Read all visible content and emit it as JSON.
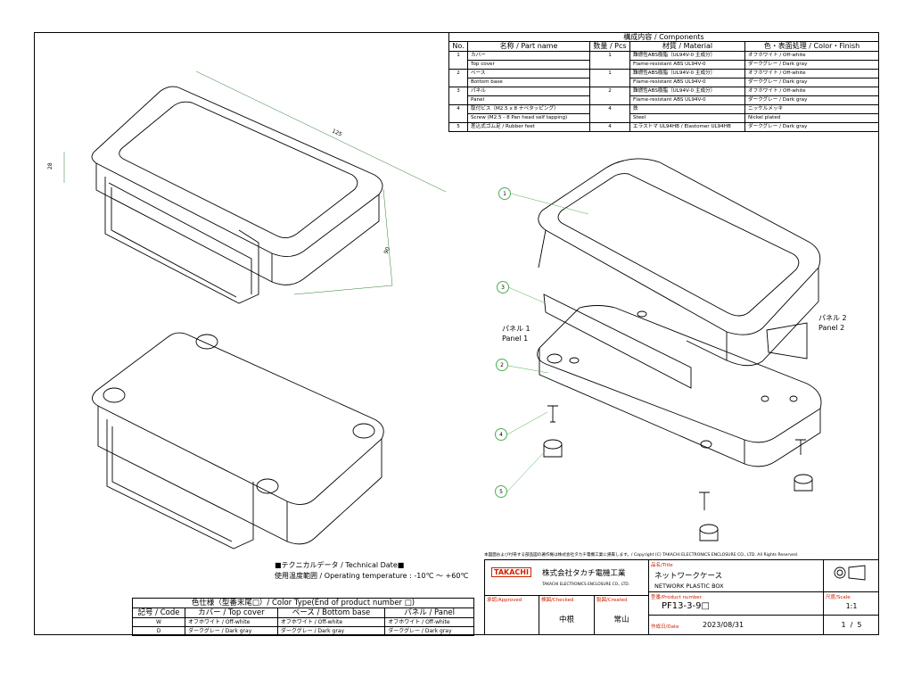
{
  "components": {
    "title": "構成内容 / Components",
    "headers": [
      "No.",
      "名称 / Part name",
      "数量 / Pcs",
      "材質 / Material",
      "色・表面処理 / Color・Finish"
    ],
    "rows": [
      {
        "no": "1",
        "name_ja": "カバー",
        "name_en": "Top cover",
        "qty": "1",
        "mat_ja": "難燃性ABS樹脂（UL94V-0 主成分）",
        "mat_en": "Flame-resistant ABS UL94V-0",
        "fin_ja": "オフホワイト / Off-white",
        "fin_en": "ダークグレー / Dark gray"
      },
      {
        "no": "2",
        "name_ja": "ベース",
        "name_en": "Bottom base",
        "qty": "1",
        "mat_ja": "難燃性ABS樹脂（UL94V-0 主成分）",
        "mat_en": "Flame-resistant ABS UL94V-0",
        "fin_ja": "オフホワイト / Off-white",
        "fin_en": "ダークグレー / Dark gray"
      },
      {
        "no": "3",
        "name_ja": "パネル",
        "name_en": "Panel",
        "qty": "2",
        "mat_ja": "難燃性ABS樹脂（UL94V-0 主成分）",
        "mat_en": "Flame-resistant ABS UL94V-0",
        "fin_ja": "オフホワイト / Off-white",
        "fin_en": "ダークグレー / Dark gray"
      },
      {
        "no": "4",
        "name_ja": "取付ビス（M2.5 x 8 ナベタッピング）",
        "name_en": "Screw (M2.5 - 8 Pan head self tapping)",
        "qty": "4",
        "mat_ja": "鉄",
        "mat_en": "Steel",
        "fin_ja": "ニッケルメッキ",
        "fin_en": "Nickel plated"
      },
      {
        "no": "5",
        "name_ja": "差込式ゴム足 / Rubber feet",
        "name_en": "",
        "qty": "4",
        "mat_ja": "エラストマ UL94HB / Elastomer UL94HB",
        "mat_en": "",
        "fin_ja": "ダークグレー / Dark gray",
        "fin_en": ""
      }
    ]
  },
  "dimensions": {
    "length": "125",
    "height": "28",
    "width": "90"
  },
  "callouts": [
    "1",
    "3",
    "2",
    "4",
    "5"
  ],
  "panel_labels": {
    "panel1_ja": "パネル 1",
    "panel1_en": "Panel 1",
    "panel2_ja": "パネル 2",
    "panel2_en": "Panel 2"
  },
  "technical": {
    "title": "■テクニカルデータ / Technical Date■",
    "temp": "使用温度範囲 / Operating temperature : -10℃ ～ +60℃"
  },
  "color_table": {
    "title": "色仕様（型番末尾□）/ Color Type(End of product number □)",
    "headers": [
      "記号 / Code",
      "カバー / Top cover",
      "ベース / Bottom base",
      "パネル / Panel"
    ],
    "rows": [
      {
        "code": "W",
        "cover": "オフホワイト / Off-white",
        "base": "オフホワイト / Off-white",
        "panel": "オフホワイト / Off-white"
      },
      {
        "code": "D",
        "cover": "ダークグレー / Dark gray",
        "base": "ダークグレー / Dark gray",
        "panel": "ダークグレー / Dark gray"
      }
    ]
  },
  "title_block": {
    "copyright": "本図面および付帯する部品図の著作権は株式会社タカチ電機工業に帰属します。/ Copyright (C) TAKACHI ELECTRONICS ENCLOSURE CO., LTD. All Rights Reserved.",
    "logo": "TAKACHI",
    "company_ja": "株式会社タカチ電機工業",
    "company_en": "TAKACHI ELECTRONICS ENCLOSURE CO., LTD.",
    "approved_label": "承認/Approved",
    "checked_label": "検図/Checked",
    "created_label": "製図/Created",
    "checked_name": "中根",
    "created_name": "常山",
    "title_label": "品名/Title",
    "title_ja": "ネットワークケース",
    "title_en": "NETWORK PLASTIC BOX",
    "product_label": "型番/Product number",
    "product_number": "PF13-3-9□",
    "date_label": "作成日/Date",
    "date": "2023/08/31",
    "scale_label": "尺度/Scale",
    "scale": "1:1",
    "sheet": "1  /  5"
  },
  "colors": {
    "line": "#000000",
    "callout": "#4caf50",
    "red_label": "#cc2200"
  }
}
